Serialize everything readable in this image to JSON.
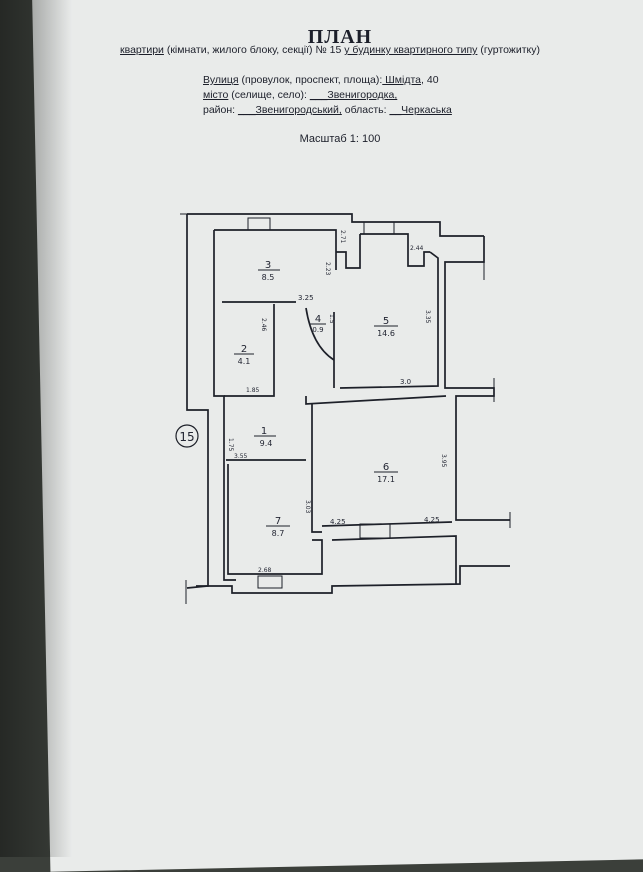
{
  "header": {
    "title": "ПЛАН",
    "subtitle_kv": "квартири",
    "subtitle_mid": " (кімнати, жилого блоку, секції) № 15 ",
    "subtitle_house": "у будинку квартирного типу",
    "subtitle_end": " (гуртожитку)"
  },
  "address": {
    "street_label": "Вулиця",
    "street_mid": " (провулок, проспект, площа):",
    "street_value": " Шмідта",
    "street_number": ", 40",
    "city_label": "місто",
    "city_mid": " (селище, село): ",
    "city_value": "___Звенигородка,",
    "district_label": "район: ",
    "district_value": "___Звенигородський,",
    "region_label": " область: ",
    "region_value": "__Черкаська"
  },
  "scale": "Масштаб 1: 100",
  "apartment_marker": "15",
  "rooms": [
    {
      "number": "3",
      "area": "8.5"
    },
    {
      "number": "2",
      "area": "4.1"
    },
    {
      "number": "4",
      "area": "0.9"
    },
    {
      "number": "5",
      "area": "14.6"
    },
    {
      "number": "1",
      "area": "9.4"
    },
    {
      "number": "6",
      "area": "17.1"
    },
    {
      "number": "7",
      "area": "8.7"
    }
  ],
  "dimensions": {
    "room3_side": "2.23",
    "corridor_w": "3.25",
    "room2_side": "2.46",
    "room2_bottom": "1.85",
    "room4_side": "1.5",
    "room5_top_left": "2.71",
    "room5_top_right": "2.44",
    "room5_side": "3.35",
    "room5_bottom": "3.0",
    "room1_side": "1.75",
    "room1_bottom": "3.55",
    "room6_side": "3.95",
    "room6_bottom_left": "4.25",
    "room6_bottom_right": "4.25",
    "room7_side": "3.03",
    "room7_bottom": "2.68"
  }
}
